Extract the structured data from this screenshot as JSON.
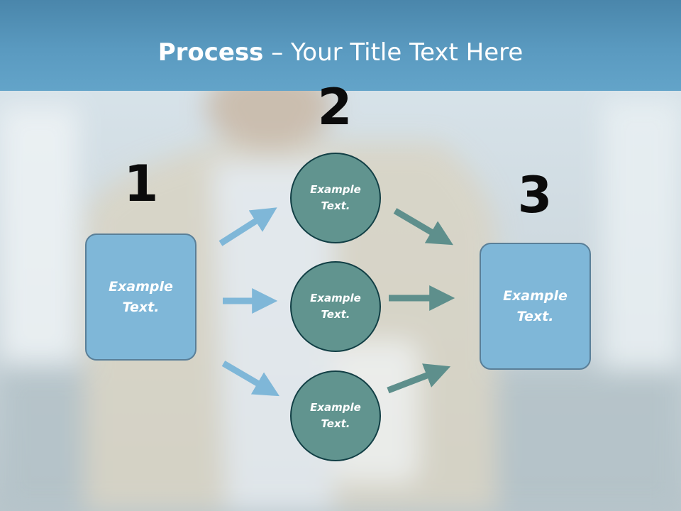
{
  "title": {
    "bold": "Process",
    "rest": " – Your Title Text Here"
  },
  "step_numbers": [
    "1",
    "2",
    "3"
  ],
  "left_box": {
    "text_line1": "Example",
    "text_line2": "Text."
  },
  "circles": [
    {
      "text_line1": "Example",
      "text_line2": "Text."
    },
    {
      "text_line1": "Example",
      "text_line2": "Text."
    },
    {
      "text_line1": "Example",
      "text_line2": "Text."
    }
  ],
  "right_box": {
    "text_line1": "Example",
    "text_line2": "Text."
  },
  "colors": {
    "banner": "#5a9ac0",
    "box_fill": "#7fb7d8",
    "circle_fill": "#61948f",
    "arrow_in": "#7fb7d8",
    "arrow_out": "#5e8f8c"
  }
}
